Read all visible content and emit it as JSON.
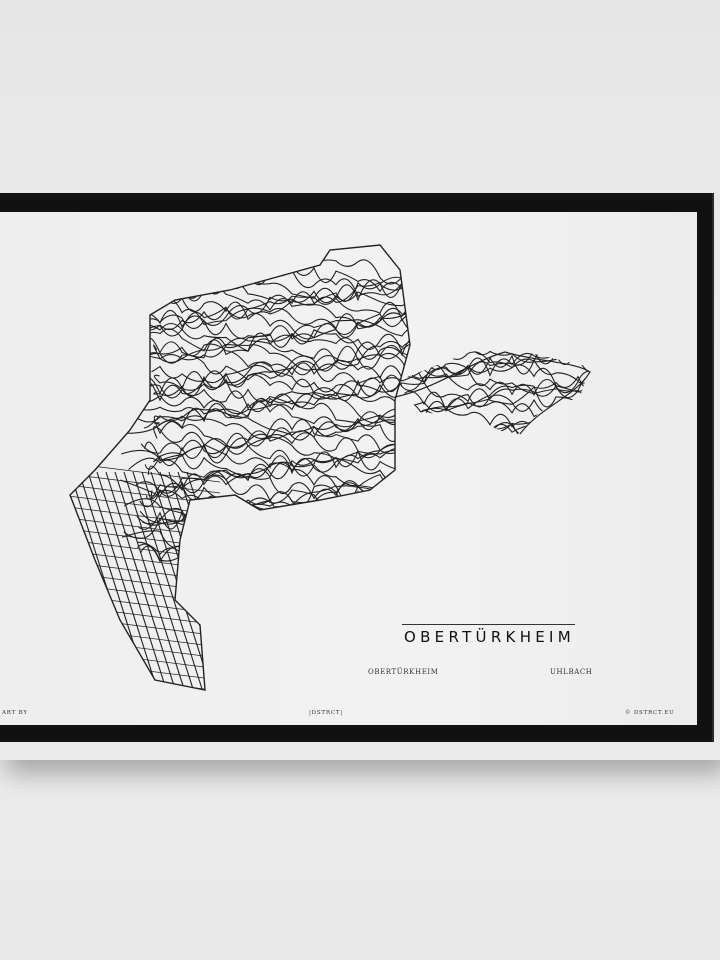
{
  "poster": {
    "title": "OBERTÜRKHEIM",
    "subtitles": [
      "OBERTÜRKHEIM",
      "UHLBACH"
    ],
    "footer": {
      "left": "ART BY",
      "center": "|DSTRCT|",
      "right": "© DSTRCT.EU"
    },
    "colors": {
      "frame": "#111111",
      "paper": "#efefef",
      "lines": "#222222",
      "wall": "#e8e8e8"
    }
  }
}
